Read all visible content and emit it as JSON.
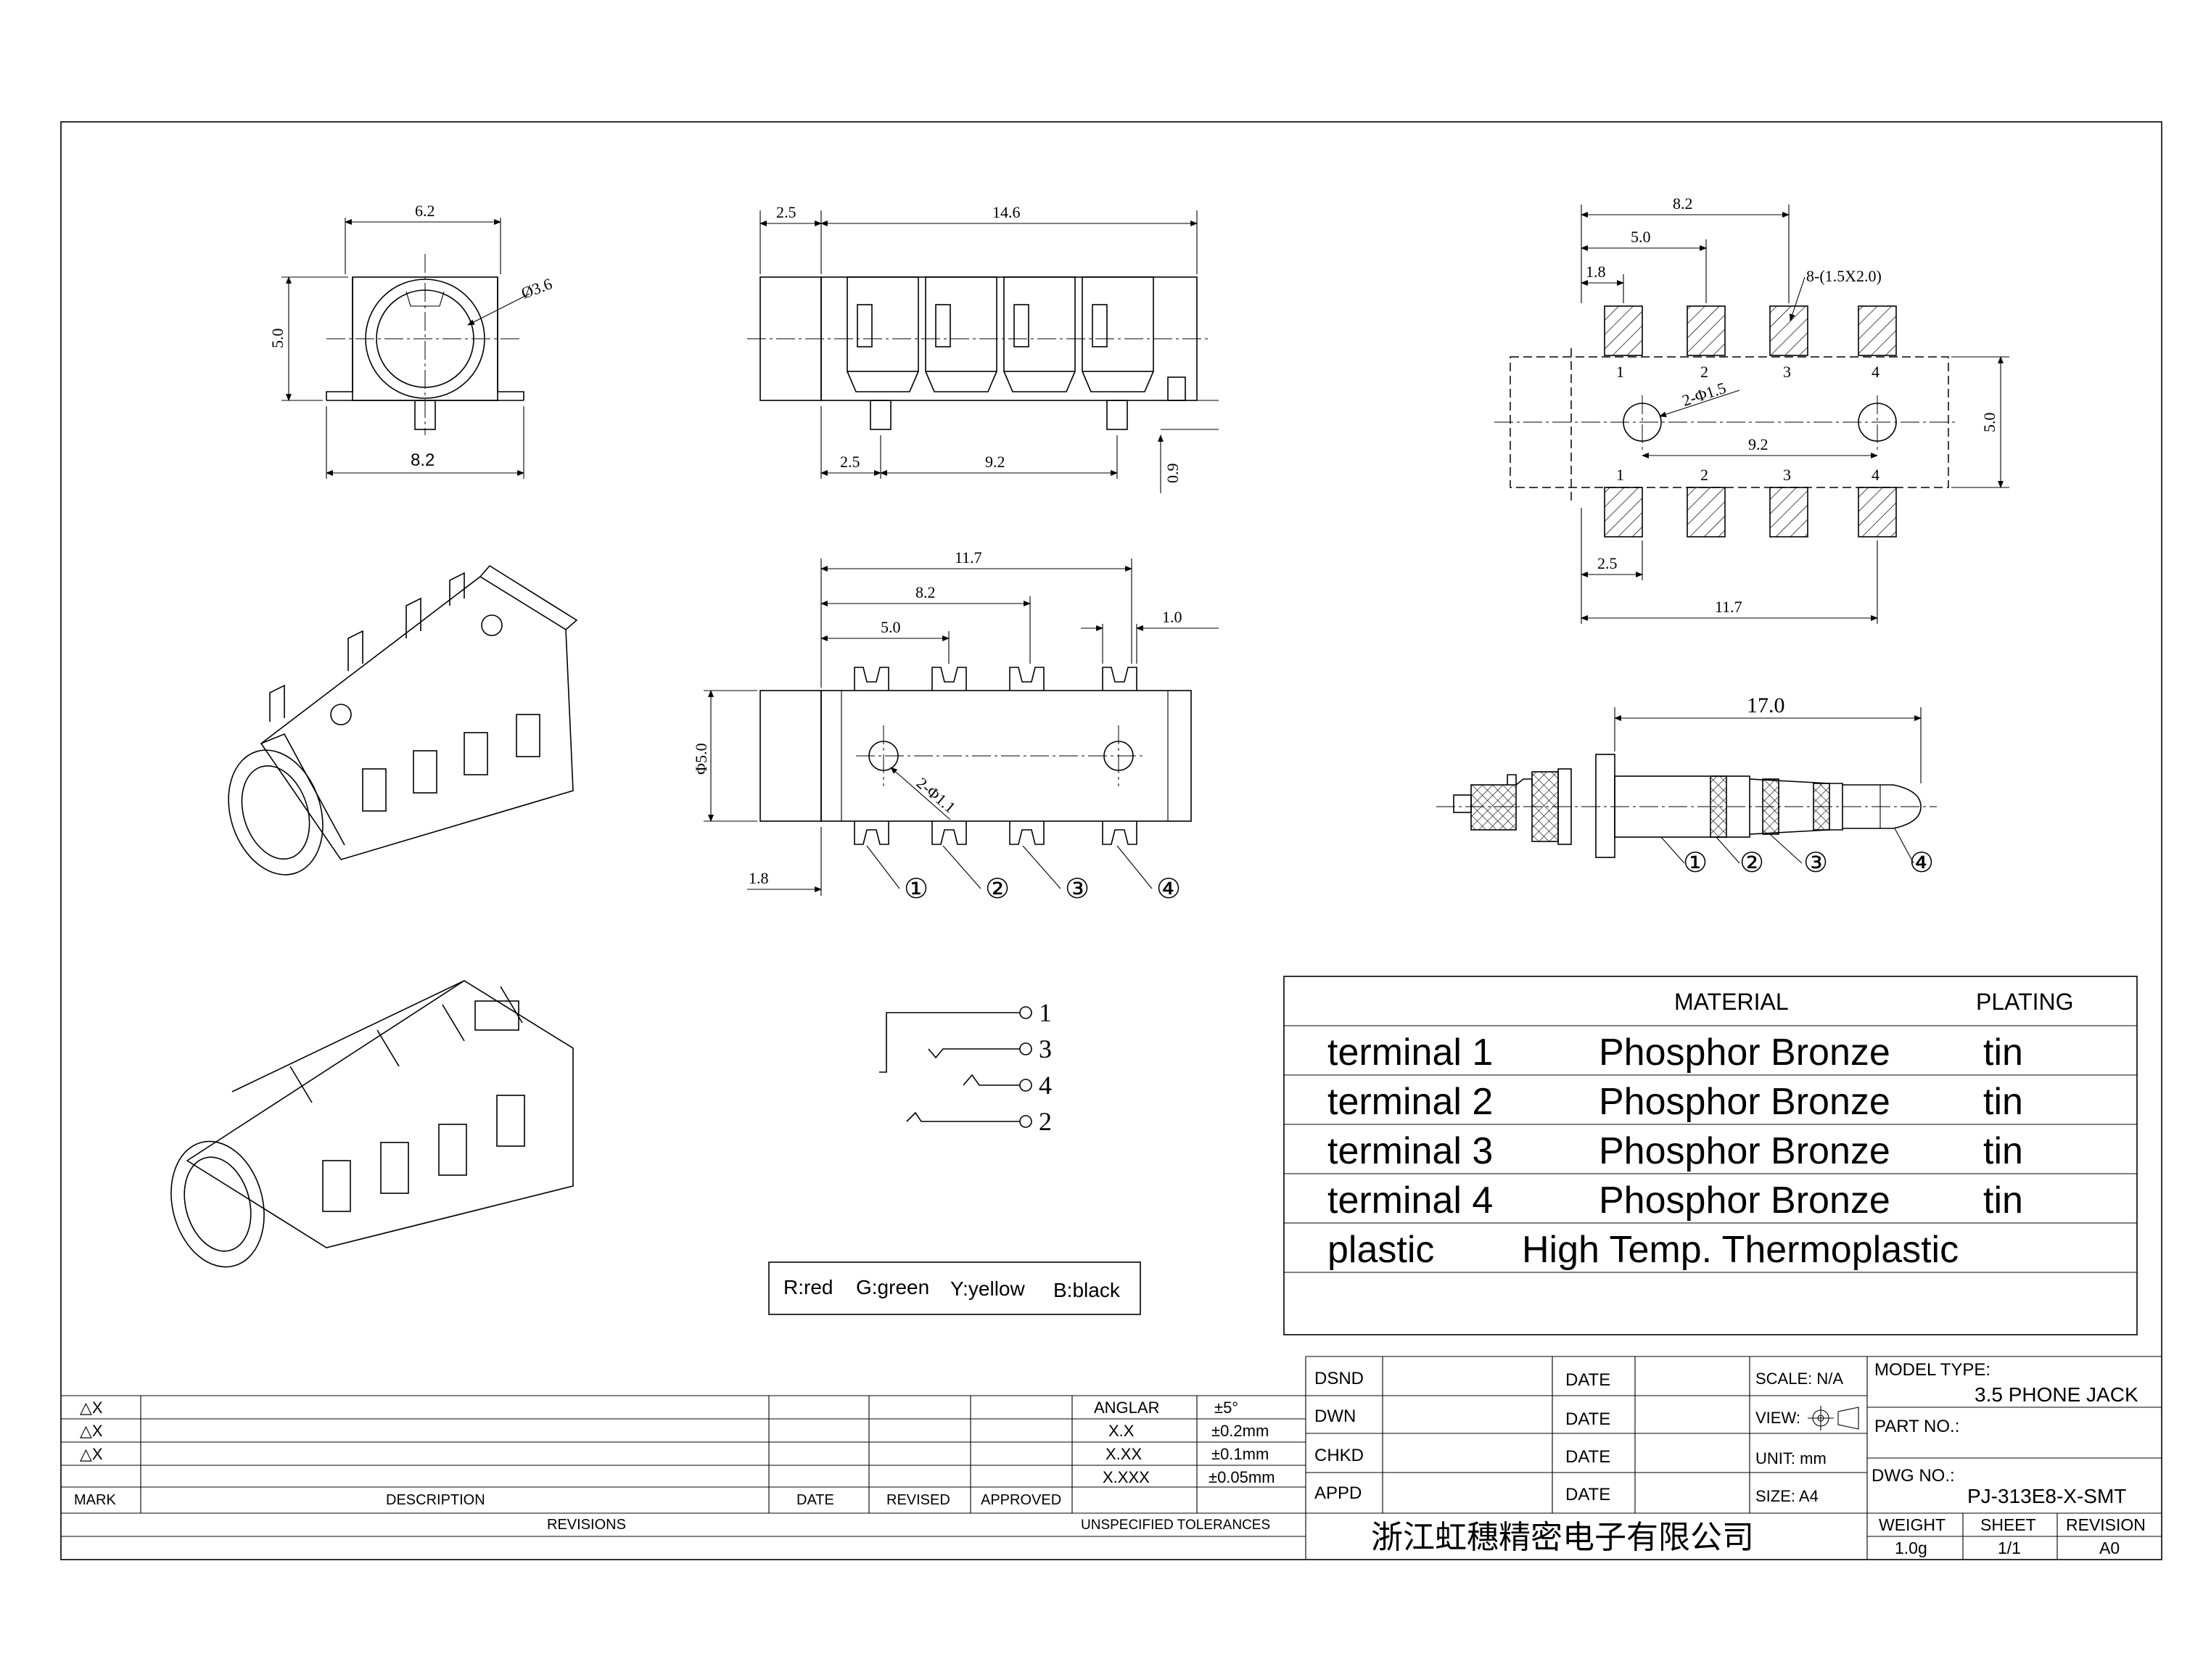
{
  "dimensions": {
    "front": {
      "w": "6.2",
      "h": "5.0",
      "hole": "Ø3.6",
      "base": "8.2"
    },
    "side": {
      "nose": "2.5",
      "length": "14.6",
      "pin_offset": "2.5",
      "pin_pitch": "9.2",
      "pin_h": "0.9"
    },
    "bottom": {
      "total": "11.7",
      "p3": "8.2",
      "p2": "5.0",
      "tab": "1.0",
      "dia": "Φ5.0",
      "post": "2-Φ1.1",
      "offset": "1.8"
    },
    "pcb": {
      "span": "8.2",
      "p2": "5.0",
      "first": "1.8",
      "pads": "8-(1.5X2.0)",
      "holes": "2-Φ1.5",
      "hole_pitch": "9.2",
      "width": "5.0",
      "edge": "2.5",
      "length": "11.7"
    },
    "plug": {
      "length": "17.0"
    }
  },
  "pcb_pins_top": [
    "1",
    "2",
    "3",
    "4"
  ],
  "pcb_pins_bottom": [
    "1",
    "2",
    "3",
    "4"
  ],
  "callouts": [
    "①",
    "②",
    "③",
    "④"
  ],
  "schematic_pins": [
    "1",
    "3",
    "4",
    "2"
  ],
  "color_legend": [
    "R:red",
    "G:green",
    "Y:yellow",
    "B:black"
  ],
  "material_table": {
    "headers": {
      "material": "MATERIAL",
      "plating": "PLATING"
    },
    "rows": [
      {
        "part": "terminal 1",
        "material": "Phosphor Bronze",
        "plating": "tin"
      },
      {
        "part": "terminal 2",
        "material": "Phosphor Bronze",
        "plating": "tin"
      },
      {
        "part": "terminal 3",
        "material": "Phosphor Bronze",
        "plating": "tin"
      },
      {
        "part": "terminal 4",
        "material": "Phosphor Bronze",
        "plating": "tin"
      },
      {
        "part": "plastic",
        "material": "High Temp. Thermoplastic",
        "plating": ""
      }
    ]
  },
  "title_block": {
    "revision_marks": [
      "△X",
      "△X",
      "△X"
    ],
    "rev_headers": {
      "mark": "MARK",
      "description": "DESCRIPTION",
      "date": "DATE",
      "revised": "REVISED",
      "approved": "APPROVED",
      "revisions": "REVISIONS"
    },
    "tolerances": {
      "label": "UNSPECIFIED TOLERANCES",
      "rows": [
        {
          "k": "ANGLAR",
          "v": "±5°"
        },
        {
          "k": "X.X",
          "v": "±0.2mm"
        },
        {
          "k": "X.XX",
          "v": "±0.1mm"
        },
        {
          "k": "X.XXX",
          "v": "±0.05mm"
        }
      ]
    },
    "approvals": [
      "DSND",
      "DWN",
      "CHKD",
      "APPD"
    ],
    "date_label": "DATE",
    "scale": "SCALE: N/A",
    "view": "VIEW:",
    "unit": "UNIT: mm",
    "size": "SIZE: A4",
    "model_type_label": "MODEL TYPE:",
    "model_type": "3.5 PHONE JACK",
    "part_no_label": "PART NO.:",
    "dwg_no_label": "DWG NO.:",
    "dwg_no": "PJ-313E8-X-SMT",
    "company": "浙江虹穗精密电子有限公司",
    "weight_label": "WEIGHT",
    "weight": "1.0g",
    "sheet_label": "SHEET",
    "sheet": "1/1",
    "revision_label": "REVISION",
    "revision": "A0"
  }
}
